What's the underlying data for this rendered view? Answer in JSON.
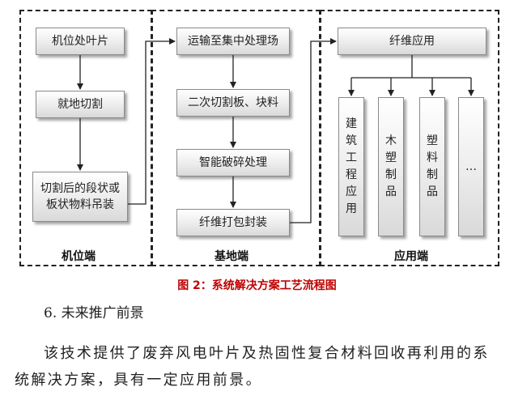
{
  "diagram": {
    "panels": {
      "left": {
        "label": "机位端"
      },
      "middle": {
        "label": "基地端"
      },
      "right": {
        "label": "应用端"
      }
    },
    "left_steps": [
      "机位处叶片",
      "就地切割",
      "切割后的段状或板状物料吊装"
    ],
    "middle_steps": [
      "运输至集中处理场",
      "二次切割板、块料",
      "智能破碎处理",
      "纤维打包封装"
    ],
    "right_top": "纤维应用",
    "right_apps": [
      "建筑工程应用",
      "木塑制品",
      "塑料制品",
      "…"
    ]
  },
  "caption": "图 2：系统解决方案工艺流程图",
  "section_heading": "6. 未来推广前景",
  "paragraph": "该技术提供了废弃风电叶片及热固性复合材料回收再利用的系统解决方案，具有一定应用前景。"
}
